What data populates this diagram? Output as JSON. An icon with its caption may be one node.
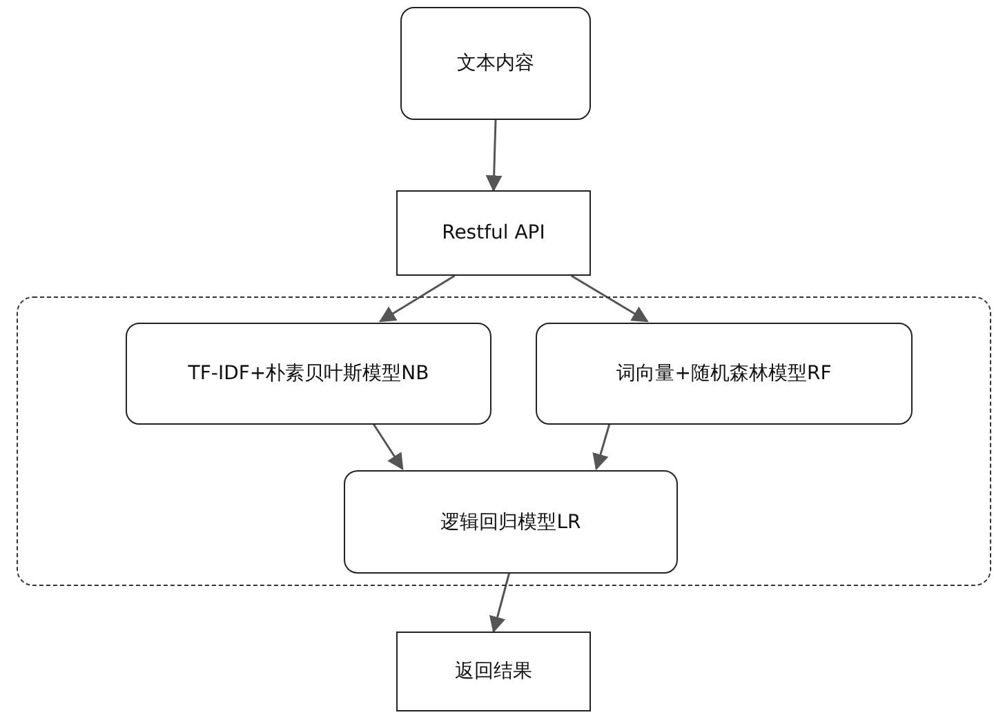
{
  "diagram": {
    "nodes": [
      {
        "text": [
          "文本内容"
        ]
      },
      {
        "text": [
          "Restful API"
        ]
      },
      {
        "text": [],
        "shape": "box"
      },
      {
        "text": [
          "TF-IDF+朴素贝叶斯模型NB"
        ],
        "in": 2
      },
      {
        "text": [
          "词向量+随机森林模型RF"
        ],
        "in": 2
      },
      {
        "text": [
          "逻辑回归模型LR"
        ],
        "in": 2
      },
      {
        "text": [
          "返回结果"
        ]
      }
    ],
    "edges": [
      {
        "from": 0,
        "to": 1,
        "arrow": "to"
      },
      {
        "from": 1,
        "to": 3,
        "arrow": "to"
      },
      {
        "from": 1,
        "to": 4,
        "arrow": "to"
      },
      {
        "from": 3,
        "to": 5,
        "arrow": "to"
      },
      {
        "from": 4,
        "to": 5,
        "arrow": "to"
      },
      {
        "from": 5,
        "to": 6,
        "arrow": "to"
      }
    ]
  }
}
